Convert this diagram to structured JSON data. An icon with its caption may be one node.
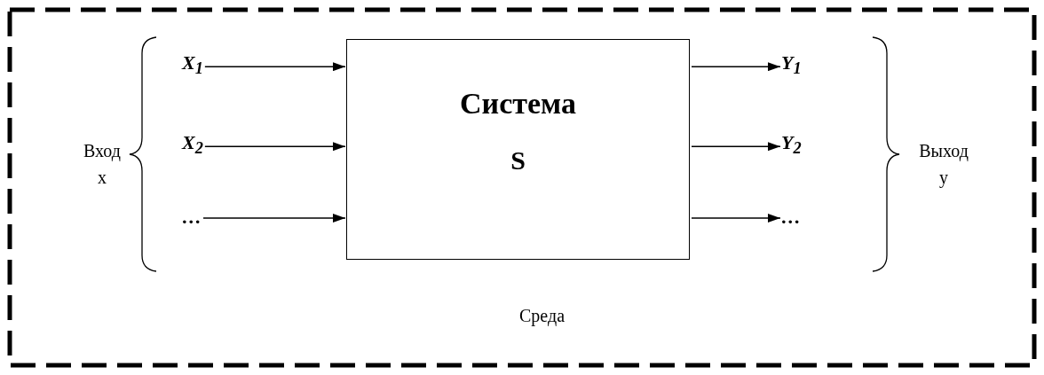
{
  "diagram": {
    "nodes": [
      {
        "text": [
          "Среда"
        ]
      },
      {
        "text": [
          "Система",
          "S"
        ],
        "in": 0
      },
      {
        "text": [
          "X$_{1}$"
        ],
        "in": 0
      },
      {
        "text": [
          "X$_{2}$"
        ],
        "in": 0
      },
      {
        "text": [
          "…"
        ],
        "in": 0
      },
      {
        "text": [
          "Y$_{1}$"
        ],
        "in": 0
      },
      {
        "text": [
          "Y$_{2}$"
        ],
        "in": 0
      },
      {
        "text": [
          "…"
        ],
        "in": 0
      }
    ],
    "edges": [
      {
        "from": 2,
        "to": 1,
        "arrow": "to"
      },
      {
        "from": 3,
        "to": 1,
        "arrow": "to"
      },
      {
        "from": 4,
        "to": 1,
        "arrow": "to"
      },
      {
        "from": 1,
        "to": 5,
        "arrow": "to"
      },
      {
        "from": 1,
        "to": 6,
        "arrow": "to"
      },
      {
        "from": 1,
        "to": 7,
        "arrow": "to"
      }
    ],
    "labels": [
      "Вход x",
      "Выход y"
    ]
  }
}
